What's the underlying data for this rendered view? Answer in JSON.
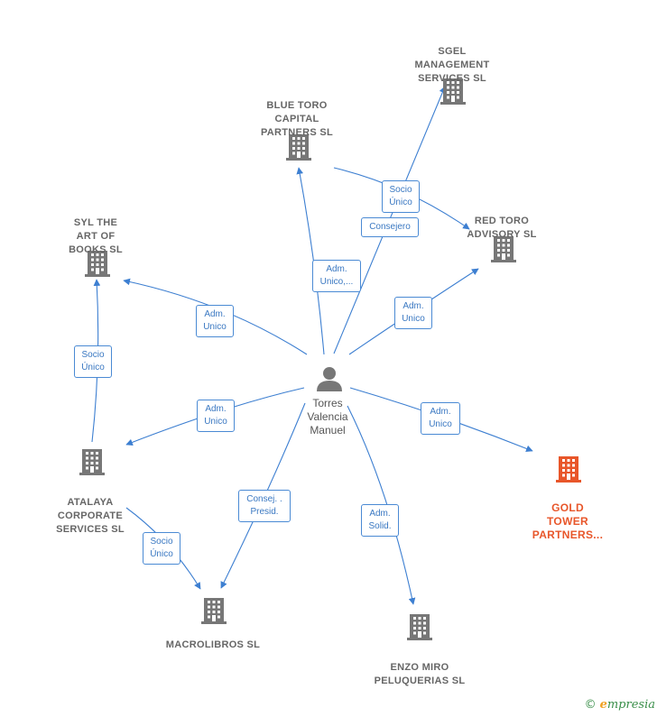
{
  "colors": {
    "edge": "#3d7fd1",
    "building": "#777777",
    "building_highlight": "#e8562a",
    "label": "#666666"
  },
  "center": {
    "label": "Torres\nValencia\nManuel",
    "icon": "person-icon"
  },
  "nodes": [
    {
      "id": "sgel",
      "label": "SGEL\nMANAGEMENT\nSERVICES  SL",
      "icon": "building-icon"
    },
    {
      "id": "bluetoro",
      "label": "BLUE TORO\nCAPITAL\nPARTNERS  SL",
      "icon": "building-icon"
    },
    {
      "id": "redtoro",
      "label": "RED TORO\nADVISORY  SL",
      "icon": "building-icon"
    },
    {
      "id": "syl",
      "label": "SYL THE\nART OF\nBOOKS  SL",
      "icon": "building-icon"
    },
    {
      "id": "atalaya",
      "label": "ATALAYA\nCORPORATE\nSERVICES  SL",
      "icon": "building-icon"
    },
    {
      "id": "gold",
      "label": "GOLD\nTOWER\nPARTNERS...",
      "icon": "building-icon",
      "highlight": true
    },
    {
      "id": "macrolibros",
      "label": "MACROLIBROS SL",
      "icon": "building-icon"
    },
    {
      "id": "enzo",
      "label": "ENZO MIRO\nPELUQUERIAS SL",
      "icon": "building-icon"
    }
  ],
  "edges": [
    {
      "from": "person",
      "to": "bluetoro",
      "label": "Adm.\nUnico,..."
    },
    {
      "from": "person",
      "to": "sgel",
      "label": "Consejero"
    },
    {
      "from": "bluetoro",
      "to": "redtoro",
      "label": "Socio\nÚnico"
    },
    {
      "from": "person",
      "to": "redtoro",
      "label": "Adm.\nUnico"
    },
    {
      "from": "person",
      "to": "syl",
      "label": "Adm.\nUnico"
    },
    {
      "from": "atalaya",
      "to": "syl",
      "label": "Socio\nÚnico"
    },
    {
      "from": "person",
      "to": "atalaya",
      "label": "Adm.\nUnico"
    },
    {
      "from": "person",
      "to": "gold",
      "label": "Adm.\nUnico"
    },
    {
      "from": "person",
      "to": "macrolibros",
      "label": "Consej. .\nPresid."
    },
    {
      "from": "atalaya",
      "to": "macrolibros",
      "label": "Socio\nÚnico"
    },
    {
      "from": "person",
      "to": "enzo",
      "label": "Adm.\nSolid."
    }
  ],
  "brand": {
    "copyright": "©",
    "initial": "e",
    "name": "mpresia"
  }
}
